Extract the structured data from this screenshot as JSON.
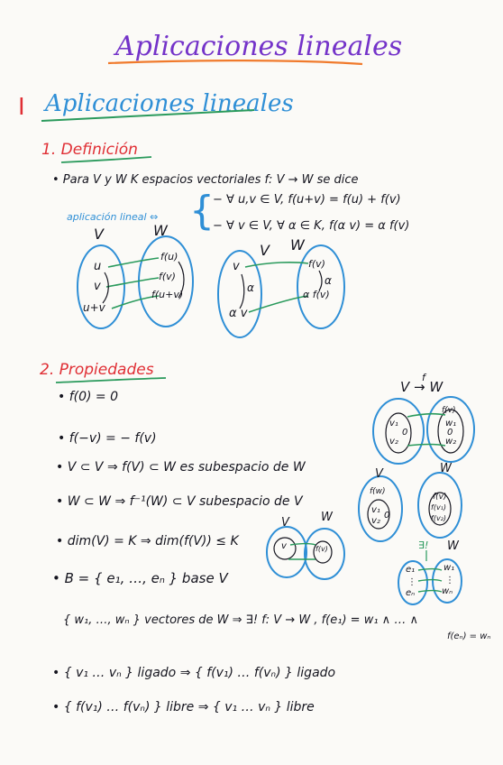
{
  "page": {
    "title": "Aplicaciones lineales",
    "section_numeral": "I",
    "section_title": "Aplicaciones lineales"
  },
  "definicion": {
    "heading": "1. Definición",
    "intro": "• Para V y W K espacios vectoriales  f: V → W  se dice",
    "label": "aplicación lineal ⇔",
    "cond1": "− ∀ u,v ∈ V,  f(u+v) = f(u) + f(v)",
    "cond2": "− ∀ v ∈ V, ∀ α ∈ K,  f(α v) = α f(v)"
  },
  "diagram1": {
    "left_label": "V",
    "right_label": "W",
    "left_items": [
      "u",
      "v",
      "u+v"
    ],
    "right_items": [
      "f(u)",
      "f(v)",
      "f(u+v)"
    ]
  },
  "diagram2": {
    "left_label": "V",
    "right_label": "W",
    "left_items": [
      "v",
      "α",
      "α v"
    ],
    "right_items": [
      "f(v)",
      "α",
      "α f(v)"
    ]
  },
  "propiedades": {
    "heading": "2. Propiedades",
    "items": [
      "• f(0) = 0",
      "• f(−v) = − f(v)",
      "• V ⊂ V ⇒ f(V) ⊂ W es subespacio de W",
      "• W ⊂ W ⇒ f⁻¹(W) ⊂ V subespacio de V",
      "• dim(V) = K ⇒ dim(f(V)) ≤ K",
      "• B = { e₁, …, eₙ }  base V",
      "{ w₁, …, wₙ }  vectores de W ⇒ ∃! f: V → W ,  f(e₁) = w₁ ∧ … ∧",
      "f(eₙ) = wₙ",
      "• { v₁ … vₙ } ligado ⇒ { f(v₁) … f(vₙ) } ligado",
      "• { f(v₁) … f(vₙ) } libre ⇒ { v₁ … vₙ } libre"
    ]
  },
  "side": {
    "map_label": "V → W",
    "f": "f",
    "V": "V",
    "W": "W",
    "v_items": [
      "v₁",
      "0",
      "v₂"
    ],
    "w_items": [
      "f(v)",
      "w₁",
      "0",
      "w₂"
    ],
    "sub1_items": [
      "f(w)",
      "v₁",
      "v₂",
      "0"
    ],
    "sub2_items": [
      "f(v)",
      "f(v₁)",
      "f(v₂)"
    ],
    "small_left": "v",
    "small_right": "f(v)",
    "exist": "∃!",
    "basis_left": [
      "e₁",
      "⋮",
      "eₙ"
    ],
    "basis_right": [
      "w₁",
      "⋮",
      "wₙ"
    ]
  },
  "colors": {
    "title": "#7433c9",
    "title_underline": "#f07a2c",
    "red": "#e02f35",
    "blue": "#2f8fd6",
    "green": "#2a9a5c",
    "ink": "#15151f"
  }
}
